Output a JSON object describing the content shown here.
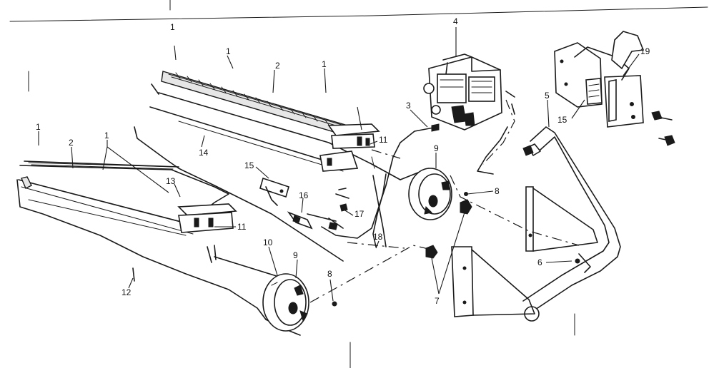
{
  "callouts": {
    "c1a": "1",
    "c1b": "1",
    "c1c": "1",
    "c1d": "1",
    "c1e": "1",
    "c2a": "2",
    "c2b": "2",
    "c3": "3",
    "c4": "4",
    "c5": "5",
    "c6": "6",
    "c7": "7",
    "c8a": "8",
    "c8b": "8",
    "c9a": "9",
    "c9b": "9",
    "c10": "10",
    "c11a": "11",
    "c11b": "11",
    "c12": "12",
    "c13": "13",
    "c14": "14",
    "c15a": "15",
    "c15b": "15",
    "c16": "16",
    "c17": "17",
    "c18": "18",
    "c19": "19"
  }
}
